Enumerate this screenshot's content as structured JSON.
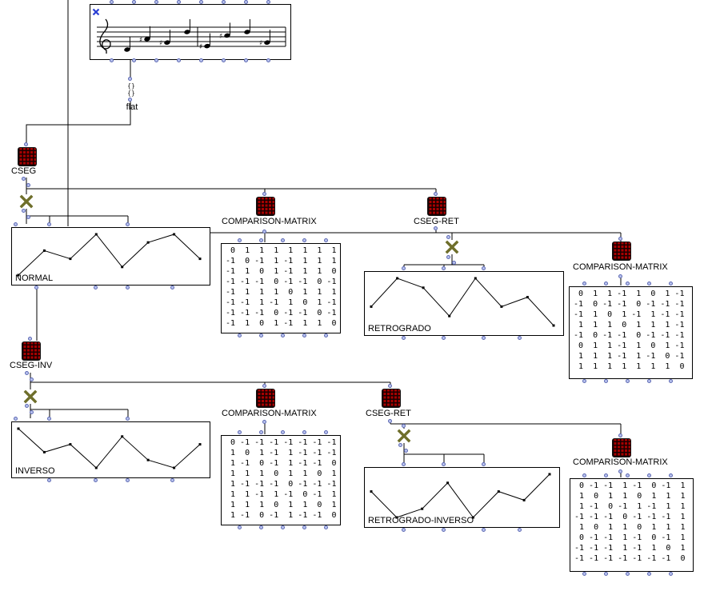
{
  "colors": {
    "dot_fill": "#b9c3ee",
    "dot_border": "#5d69b3",
    "patch_icon_red": "#a80000",
    "x_operator_olive": "#6e6e2a",
    "close_blue": "#2a3fd4",
    "line_black": "#000000"
  },
  "score": {
    "sharp_glyph": "♯",
    "notes": [
      {
        "contour": 0,
        "sharp": false
      },
      {
        "contour": 3,
        "sharp": true
      },
      {
        "contour": 2,
        "sharp": true
      },
      {
        "contour": 5,
        "sharp": false
      },
      {
        "contour": 1,
        "sharp": true
      },
      {
        "contour": 4,
        "sharp": true
      },
      {
        "contour": 5,
        "sharp": false
      },
      {
        "contour": 2,
        "sharp": true
      }
    ]
  },
  "nodes": {
    "flat": {
      "label": "flat",
      "icon_glyph": "{}\n{}"
    },
    "cseg": {
      "label": "CSEG"
    },
    "cseg_ret_top": {
      "label": "CSEG-RET"
    },
    "cseg_inv": {
      "label": "CSEG-INV"
    },
    "cseg_ret_bottom": {
      "label": "CSEG-RET"
    },
    "cm1": {
      "label": "COMPARISON-MATRIX"
    },
    "cm2": {
      "label": "COMPARISON-MATRIX"
    },
    "cm3": {
      "label": "COMPARISON-MATRIX"
    },
    "cm4": {
      "label": "COMPARISON-MATRIX"
    }
  },
  "graphs": {
    "normal": {
      "label": "NORMAL",
      "contour": [
        0,
        3,
        2,
        5,
        1,
        4,
        5,
        2
      ]
    },
    "retrogrado": {
      "label": "RETROGRADO",
      "contour": [
        2,
        5,
        4,
        1,
        5,
        2,
        3,
        0
      ]
    },
    "inverso": {
      "label": "INVERSO",
      "contour": [
        5,
        2,
        3,
        0,
        4,
        1,
        0,
        3
      ]
    },
    "retrogrado_inverso": {
      "label": "RETROGRADO-INVERSO",
      "contour": [
        3,
        0,
        1,
        4,
        0,
        3,
        2,
        5
      ]
    }
  },
  "matrices": {
    "normal": {
      "rows": [
        [
          0,
          1,
          1,
          1,
          1,
          1,
          1,
          1
        ],
        [
          -1,
          0,
          -1,
          1,
          -1,
          1,
          1,
          1
        ],
        [
          -1,
          1,
          0,
          1,
          -1,
          1,
          1,
          0
        ],
        [
          -1,
          -1,
          -1,
          0,
          -1,
          -1,
          0,
          -1
        ],
        [
          -1,
          1,
          1,
          1,
          0,
          1,
          1,
          1
        ],
        [
          -1,
          -1,
          1,
          -1,
          1,
          0,
          1,
          -1
        ],
        [
          -1,
          -1,
          -1,
          0,
          -1,
          -1,
          0,
          -1
        ],
        [
          -1,
          1,
          0,
          1,
          -1,
          1,
          1,
          0
        ]
      ]
    },
    "retrogrado": {
      "rows": [
        [
          0,
          1,
          1,
          -1,
          1,
          0,
          1,
          -1
        ],
        [
          -1,
          0,
          -1,
          -1,
          0,
          -1,
          -1,
          -1
        ],
        [
          -1,
          1,
          0,
          1,
          -1,
          1,
          -1,
          -1
        ],
        [
          1,
          1,
          1,
          0,
          1,
          1,
          1,
          -1
        ],
        [
          -1,
          0,
          -1,
          -1,
          0,
          -1,
          -1,
          -1
        ],
        [
          0,
          1,
          1,
          -1,
          1,
          0,
          1,
          -1
        ],
        [
          1,
          1,
          1,
          -1,
          1,
          -1,
          0,
          -1
        ],
        [
          1,
          1,
          1,
          1,
          1,
          1,
          1,
          0
        ]
      ]
    },
    "inverso": {
      "rows": [
        [
          0,
          -1,
          -1,
          -1,
          -1,
          -1,
          -1,
          -1
        ],
        [
          1,
          0,
          1,
          -1,
          1,
          -1,
          -1,
          -1
        ],
        [
          1,
          -1,
          0,
          -1,
          1,
          -1,
          -1,
          0
        ],
        [
          1,
          1,
          1,
          0,
          1,
          1,
          0,
          1
        ],
        [
          1,
          -1,
          -1,
          -1,
          0,
          -1,
          -1,
          -1
        ],
        [
          1,
          1,
          -1,
          1,
          -1,
          0,
          -1,
          1
        ],
        [
          1,
          1,
          1,
          0,
          1,
          1,
          0,
          1
        ],
        [
          1,
          -1,
          0,
          -1,
          1,
          -1,
          -1,
          0
        ]
      ]
    },
    "retrogrado_inverso": {
      "rows": [
        [
          0,
          -1,
          -1,
          1,
          -1,
          0,
          -1,
          1
        ],
        [
          1,
          0,
          1,
          1,
          0,
          1,
          1,
          1
        ],
        [
          1,
          -1,
          0,
          -1,
          1,
          -1,
          1,
          1
        ],
        [
          -1,
          -1,
          -1,
          0,
          -1,
          -1,
          -1,
          1
        ],
        [
          1,
          0,
          1,
          1,
          0,
          1,
          1,
          1
        ],
        [
          0,
          -1,
          -1,
          1,
          -1,
          0,
          -1,
          1
        ],
        [
          -1,
          -1,
          -1,
          1,
          -1,
          1,
          0,
          1
        ],
        [
          -1,
          -1,
          -1,
          -1,
          -1,
          -1,
          -1,
          0
        ]
      ]
    }
  }
}
